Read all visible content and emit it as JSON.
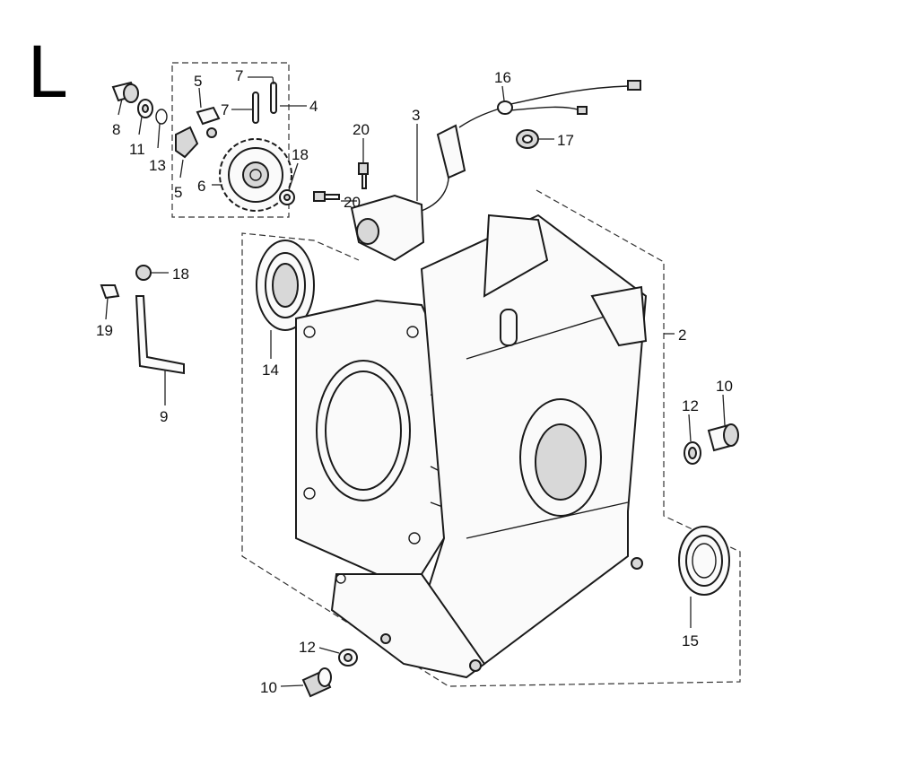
{
  "section_letter": "L",
  "callouts": {
    "c8": "8",
    "c11": "11",
    "c13": "13",
    "c5a": "5",
    "c5b": "5",
    "c7a": "7",
    "c7b": "7",
    "c4": "4",
    "c6": "6",
    "c18a": "18",
    "c20a": "20",
    "c20b": "20",
    "c3": "3",
    "c16": "16",
    "c17": "17",
    "c18b": "18",
    "c19": "19",
    "c9": "9",
    "c14": "14",
    "c2": "2",
    "c12a": "12",
    "c10a": "10",
    "c15": "15",
    "c12b": "12",
    "c10b": "10"
  }
}
